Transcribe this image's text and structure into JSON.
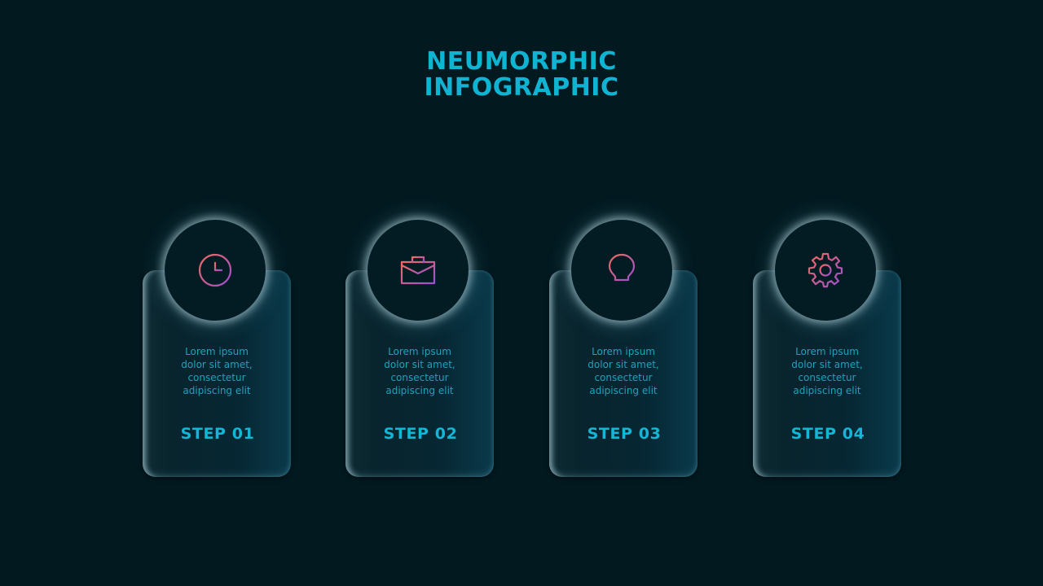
{
  "title": {
    "line1": "NEUMORPHIC",
    "line2": "INFOGRAPHIC"
  },
  "colors": {
    "background": "#021920",
    "accent": "#0fb4d2",
    "icon_gradient_start": "#f26a5e",
    "icon_gradient_end": "#9b4fd0"
  },
  "steps": [
    {
      "label": "STEP 01",
      "icon": "clock-icon",
      "text": "Lorem ipsum\ndolor sit amet,\nconsectetur\nadipiscing  elit"
    },
    {
      "label": "STEP 02",
      "icon": "briefcase-icon",
      "text": "Lorem ipsum\ndolor sit amet,\nconsectetur\nadipiscing  elit"
    },
    {
      "label": "STEP 03",
      "icon": "lightbulb-icon",
      "text": "Lorem ipsum\ndolor sit amet,\nconsectetur\nadipiscing  elit"
    },
    {
      "label": "STEP 04",
      "icon": "gear-icon",
      "text": "Lorem ipsum\ndolor sit amet,\nconsectetur\nadipiscing  elit"
    }
  ]
}
